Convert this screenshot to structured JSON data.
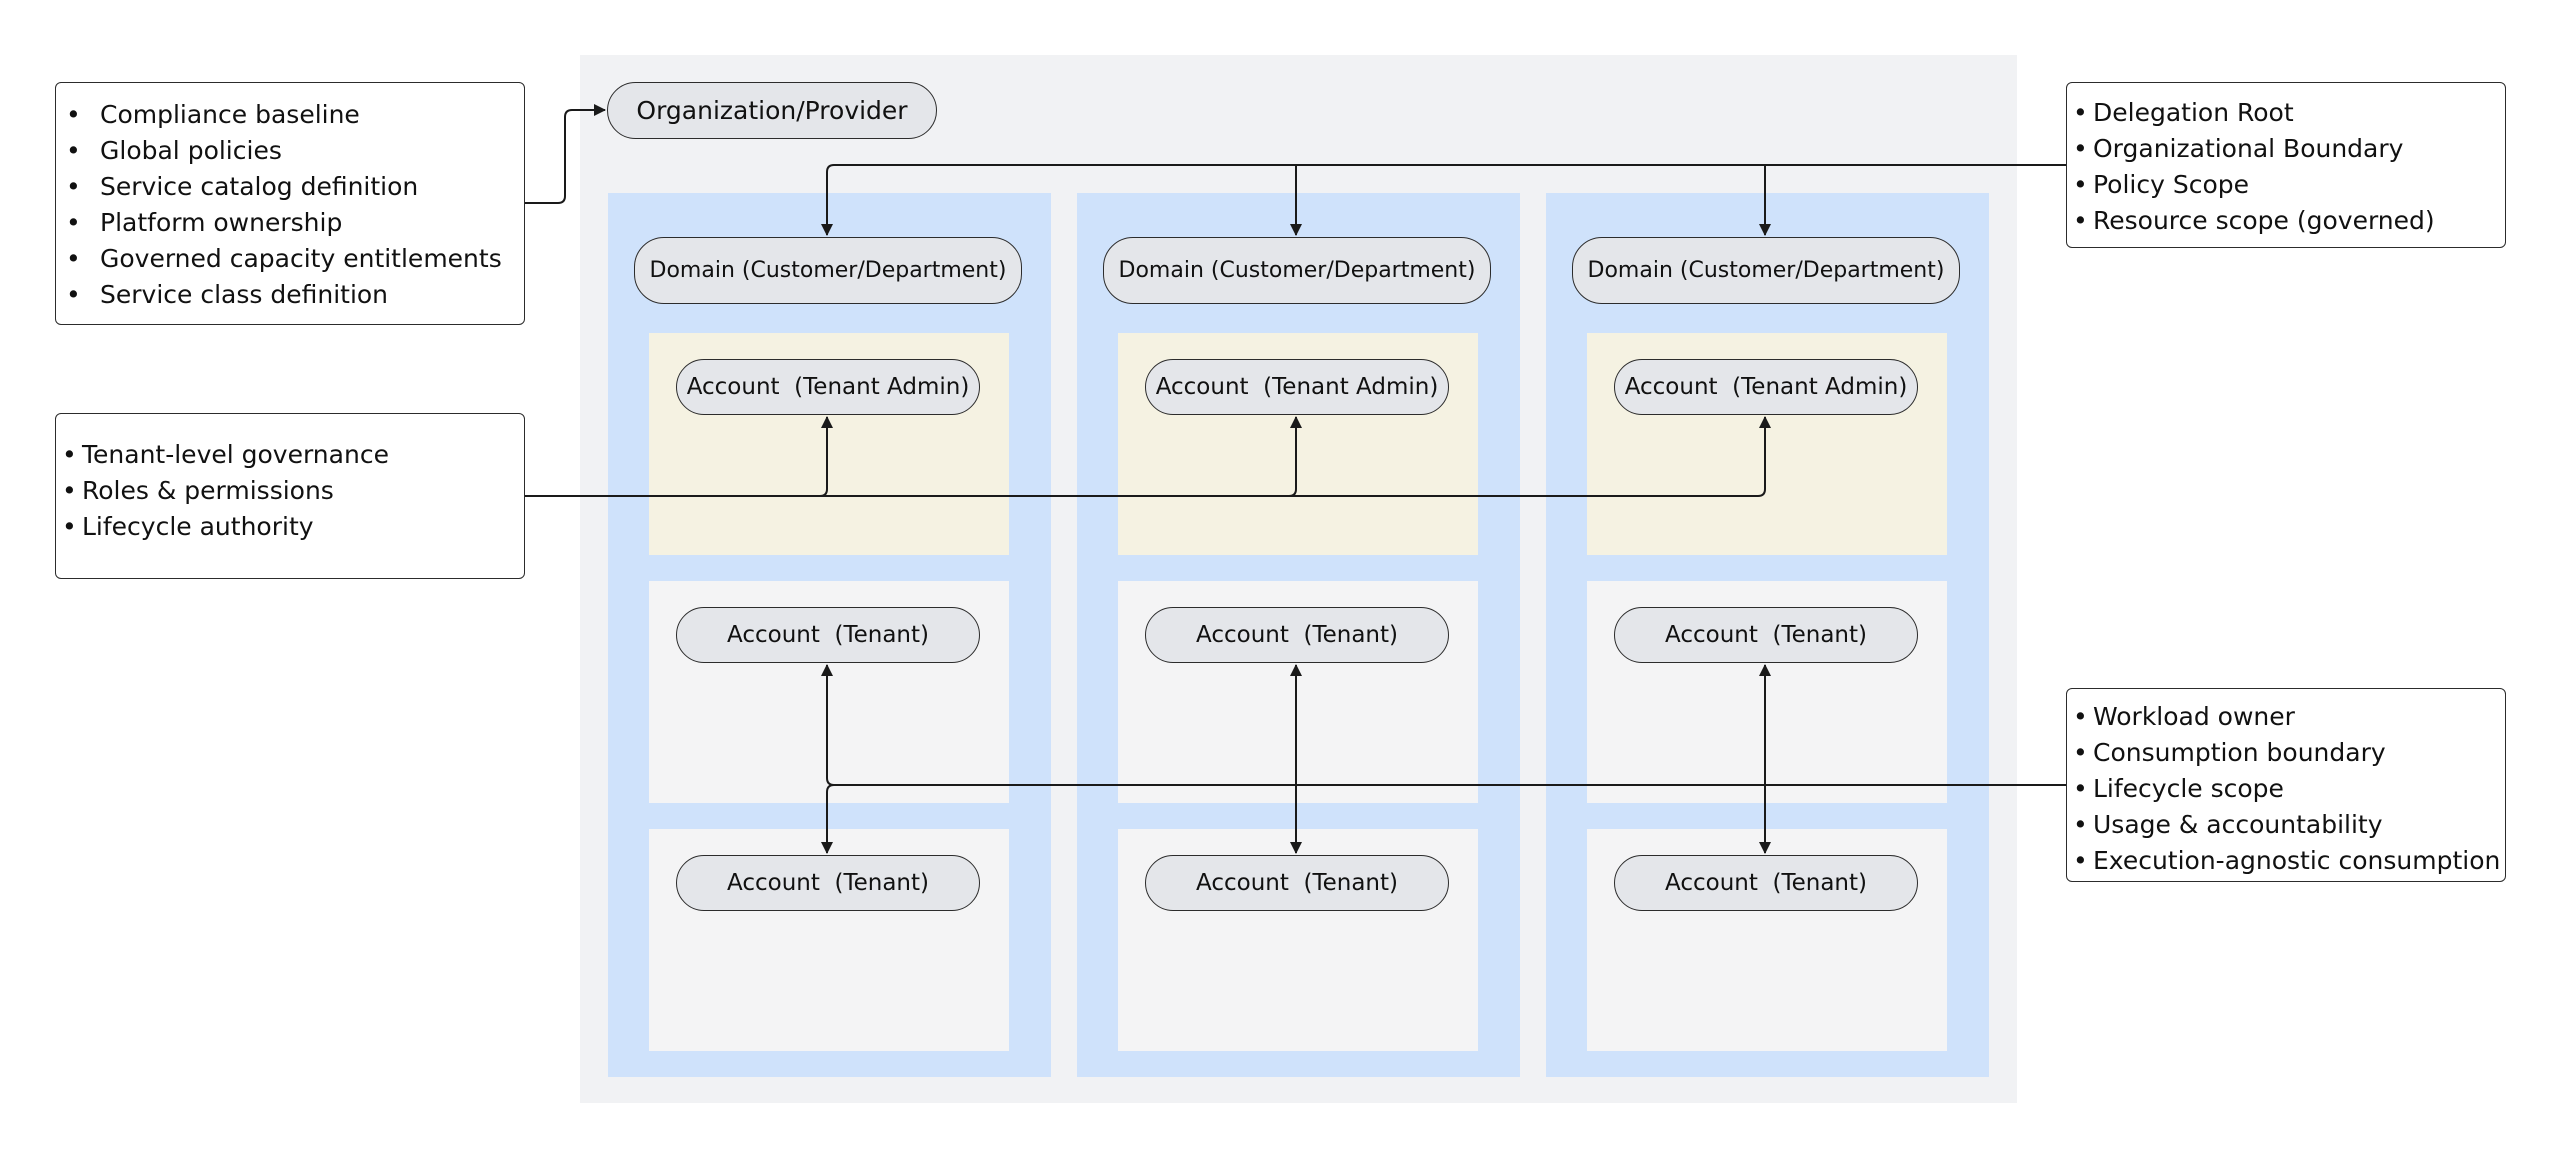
{
  "colors": {
    "outer_bg": "#f1f2f4",
    "column_bg": "#cfe2fb",
    "admin_bg": "#f5f2e2",
    "tenant_bg": "#f4f4f5",
    "pill_bg": "#e4e6ea",
    "stroke": "#2c2c2c"
  },
  "org": {
    "label": "Organization/Provider"
  },
  "columns": [
    {
      "domain": "Domain (Customer/Department)",
      "admin": "Account  (Tenant Admin)",
      "tenant1": "Account  (Tenant)",
      "tenant2": "Account  (Tenant)"
    },
    {
      "domain": "Domain (Customer/Department)",
      "admin": "Account  (Tenant Admin)",
      "tenant1": "Account  (Tenant)",
      "tenant2": "Account  (Tenant)"
    },
    {
      "domain": "Domain (Customer/Department)",
      "admin": "Account  (Tenant Admin)",
      "tenant1": "Account  (Tenant)",
      "tenant2": "Account  (Tenant)"
    }
  ],
  "notes": {
    "provider": [
      "Compliance baseline",
      "Global policies",
      "Service catalog definition",
      "Platform ownership",
      "Governed capacity entitlements",
      "Service class definition"
    ],
    "domain": [
      "Delegation Root",
      "Organizational Boundary",
      "Policy Scope",
      "Resource scope (governed)"
    ],
    "tenant_admin": [
      "Tenant-level governance",
      "Roles & permissions",
      "Lifecycle authority"
    ],
    "tenant": [
      "Workload owner",
      "Consumption boundary",
      "Lifecycle scope",
      "Usage & accountability",
      "Execution-agnostic consumption"
    ]
  }
}
